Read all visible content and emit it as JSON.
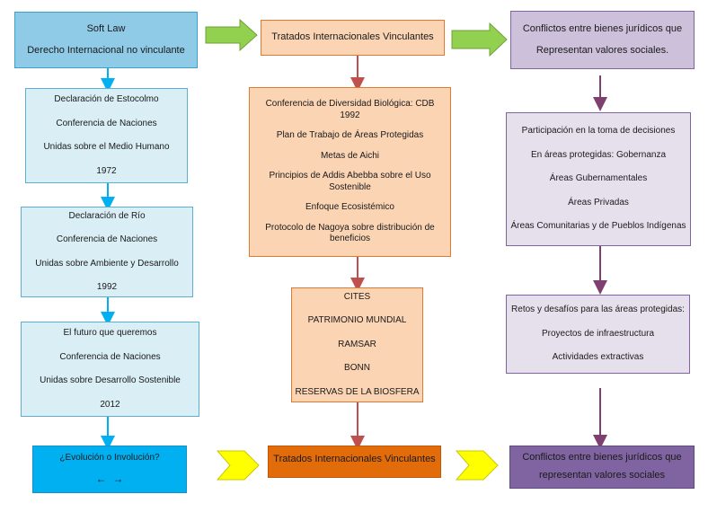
{
  "colors": {
    "soft_law": "#8fcbe6",
    "soft_law_item": "#d9eef5",
    "soft_law_bottom": "#00b0f0",
    "treaty_item": "#fbd4b4",
    "treaty_bottom": "#e36c0a",
    "conflict_item": "#e6e0ec",
    "conflict_top": "#ccc0da",
    "conflict_bottom": "#8064a2",
    "arrow_green": "#92d050",
    "arrow_yellow": "#ffff00",
    "connector_blue": "#00b0f0",
    "connector_orange": "#c0504d",
    "connector_purple": "#7f3f6f"
  },
  "left": {
    "header": [
      "Soft Law",
      "Derecho Internacional no vinculante"
    ],
    "items": [
      [
        "Declaración de Estocolmo",
        "Conferencia de Naciones",
        "Unidas sobre el Medio Humano",
        "1972"
      ],
      [
        "Declaración de Río",
        "Conferencia de Naciones",
        "Unidas sobre Ambiente y Desarrollo",
        "1992"
      ],
      [
        "El futuro que queremos",
        "Conferencia de Naciones",
        "Unidas sobre Desarrollo Sostenible",
        "2012"
      ]
    ],
    "bottom": {
      "title": "¿Evolución o Involución?",
      "arrows": "←  →"
    }
  },
  "middle": {
    "header": "Tratados Internacionales Vinculantes",
    "items": [
      [
        "Conferencia de Diversidad Biológica: CDB 1992",
        "Plan de Trabajo de Áreas Protegidas",
        "Metas de Aichi",
        "Principios de Addis Abebba sobre el Uso Sostenible",
        "Enfoque Ecosistémico",
        "Protocolo de Nagoya sobre distribución de beneficios"
      ],
      [
        "CITES",
        "PATRIMONIO MUNDIAL",
        "RAMSAR",
        "BONN",
        "RESERVAS DE LA BIOSFERA"
      ]
    ],
    "bottom": "Tratados Internacionales Vinculantes"
  },
  "right": {
    "header": [
      "Conflictos entre bienes jurídicos que",
      "Representan valores sociales."
    ],
    "items": [
      [
        "Participación en la toma de decisiones",
        "En áreas protegidas: Gobernanza",
        "Áreas Gubernamentales",
        "Áreas Privadas",
        "Áreas Comunitarias y de Pueblos Indígenas"
      ],
      [
        "Retos y desafíos para las áreas protegidas:",
        "Proyectos de infraestructura",
        "Actividades extractivas"
      ]
    ],
    "bottom": [
      "Conflictos entre bienes jurídicos que",
      "representan valores sociales"
    ]
  }
}
